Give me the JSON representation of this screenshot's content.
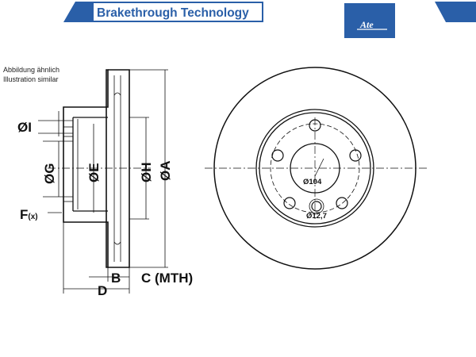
{
  "header": {
    "brand_part1": "Brake",
    "brand_part2": "through Technology",
    "logo_text": "Ate"
  },
  "note": {
    "line1": "Abbildung ähnlich",
    "line2": "Illustration similar"
  },
  "dimensions": {
    "I": "ØI",
    "G": "ØG",
    "E": "ØE",
    "H": "ØH",
    "A": "ØA",
    "F": "F",
    "F_sub": "(x)",
    "B": "B",
    "C": "C (MTH)",
    "D": "D"
  },
  "front_view": {
    "bolt_circle": "Ø104",
    "hole_diameter": "Ø12,7"
  },
  "colors": {
    "brand_blue": "#2a5fa8",
    "logo_blue": "#2a5fa8",
    "line": "#111111"
  }
}
